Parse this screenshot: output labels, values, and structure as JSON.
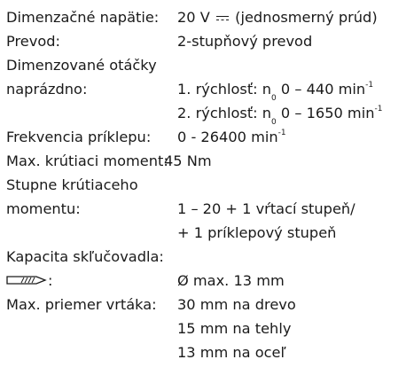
{
  "rated_voltage": {
    "label": "Dimenzačné napätie:",
    "value_num": "20 V",
    "value_note": "(jednosmerný prúd)"
  },
  "gear": {
    "label": "Prevod:",
    "value": "2-stupňový prevod"
  },
  "idle_speed": {
    "label_line1": "Dimenzované otáčky",
    "label_line2": "naprázdno:",
    "speed1_prefix": "1. rýchlosť: n",
    "speed1_sub": "0",
    "speed1_range": " 0 – 440 min",
    "speed1_sup": "-1",
    "speed2_prefix": "2. rýchlosť: n",
    "speed2_sub": "0",
    "speed2_range": " 0 – 1650 min",
    "speed2_sup": "-1"
  },
  "impact_rate": {
    "label": "Frekvencia príklepu:",
    "value": "0 - 26400 min",
    "value_sup": "-1"
  },
  "max_torque": {
    "label": "Max. krútiaci moment:",
    "value": "45 Nm"
  },
  "torque_steps": {
    "label_line1": "Stupne krútiaceho",
    "label_line2": "momentu:",
    "value_line1": "1 – 20 + 1 vŕtací stupeň/",
    "value_line2": "+ 1 príklepový stupeň"
  },
  "chuck_capacity": {
    "label": "Kapacita skľučovadla:",
    "icon_suffix": ":",
    "value": "Ø max. 13 mm"
  },
  "max_drill_diameter": {
    "label": "Max. priemer vrtáka:",
    "wood": "30 mm na drevo",
    "brick": "15 mm na tehly",
    "steel": "13 mm na oceľ"
  }
}
